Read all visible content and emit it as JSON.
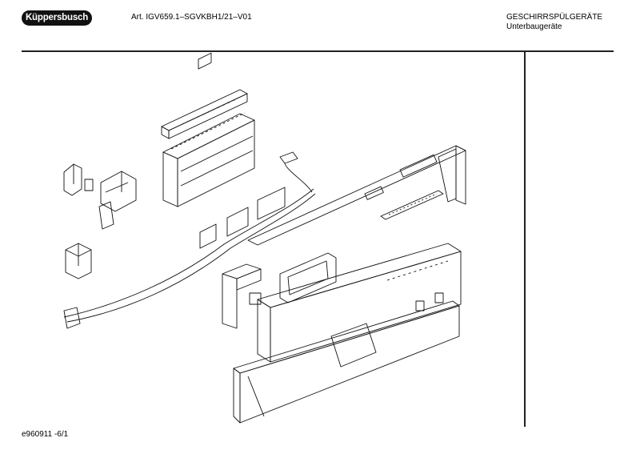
{
  "header": {
    "brand": "Küppersbusch",
    "article": "Art. IGV659.1–SGVKBH1/21–V01",
    "category_title": "GESCHIRRSPÜLGERÄTE",
    "category_subtitle": "Unterbaugeräte"
  },
  "footer": {
    "drawing_number": "e960911 -6/1"
  }
}
